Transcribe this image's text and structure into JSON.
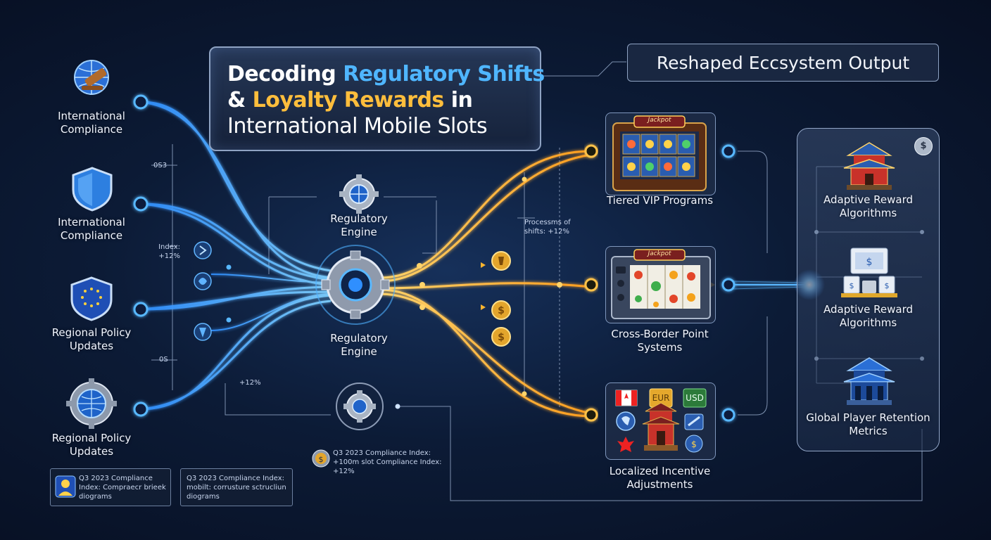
{
  "title": {
    "line1_plain": "Decoding ",
    "line1_highlight": "Regulatory Shifts",
    "line2_plain_start": "& ",
    "line2_highlight": "Loyalty Rewards",
    "line2_plain_end": " in",
    "line3": "International Mobile Slots"
  },
  "output_header": "Reshaped Eccsystem Output",
  "inputs": [
    {
      "label": "International Compliance",
      "icon": "gavel-globe-icon"
    },
    {
      "label": "International Compliance",
      "icon": "shield-icon"
    },
    {
      "label": "Regional Policy Updates",
      "icon": "eu-shield-icon"
    },
    {
      "label": "Regional Policy Updates",
      "icon": "globe-gear-icon"
    }
  ],
  "engines": [
    {
      "label": "Regulatory Engine"
    },
    {
      "label": "Regulatory Engine"
    }
  ],
  "small_labels": {
    "s1": "0S3",
    "s2a": "Index:",
    "s2b": "+12%",
    "s3": "0S",
    "s4": "+12%",
    "proc1": "Processms of",
    "proc2": "shifts: +12%"
  },
  "outputs": [
    {
      "label": "Tiered VIP Programs",
      "badge": "Jackpot"
    },
    {
      "label": "Cross-Border Point Systems",
      "badge": "Jackpot"
    },
    {
      "label": "Localized Incentive Adjustments",
      "eur": "EUR",
      "usd": "USD"
    }
  ],
  "right_panel": {
    "dollar": "$",
    "items": [
      {
        "label": "Adaptive Reward Algorithms"
      },
      {
        "label": "Adaptive Reward Algorithms"
      },
      {
        "label": "Global Player Retention Metrics"
      }
    ]
  },
  "notes": {
    "n1": "Q3 2023 Compliance Index: Compraecr brieek diograms",
    "n2": "Q3 2023 Compliance Index: mobilt: corrusture sctrucliun diograms",
    "n3": "Q3 2023 Compliance Index: +100m slot Compliance Index: +12%"
  },
  "colors": {
    "blue_wire": "#3aa8ff",
    "gold_wire": "#ffb52e",
    "background": "#0c1b36",
    "highlight_blue": "#4fb6ff",
    "highlight_gold": "#ffbe3c"
  }
}
